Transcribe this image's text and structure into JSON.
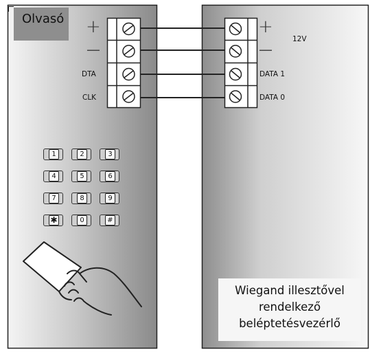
{
  "reader": {
    "title": "Olvasó",
    "terminals": [
      {
        "label": "+",
        "kind": "symbol"
      },
      {
        "label": "—",
        "kind": "symbol"
      },
      {
        "label": "DTA",
        "kind": "text"
      },
      {
        "label": "CLK",
        "kind": "text"
      }
    ],
    "keypad": [
      "1",
      "2",
      "3",
      "4",
      "5",
      "6",
      "7",
      "8",
      "9",
      "✱",
      "0",
      "#"
    ]
  },
  "controller": {
    "terminals": [
      {
        "label": "+",
        "kind": "symbol"
      },
      {
        "label": "—",
        "kind": "symbol"
      },
      {
        "label": "DATA 1",
        "kind": "text"
      },
      {
        "label": "DATA 0",
        "kind": "text"
      }
    ],
    "voltage": "12V",
    "title_lines": [
      "Wiegand illesztővel",
      "rendelkező",
      "beléptetésvezérlő"
    ]
  }
}
